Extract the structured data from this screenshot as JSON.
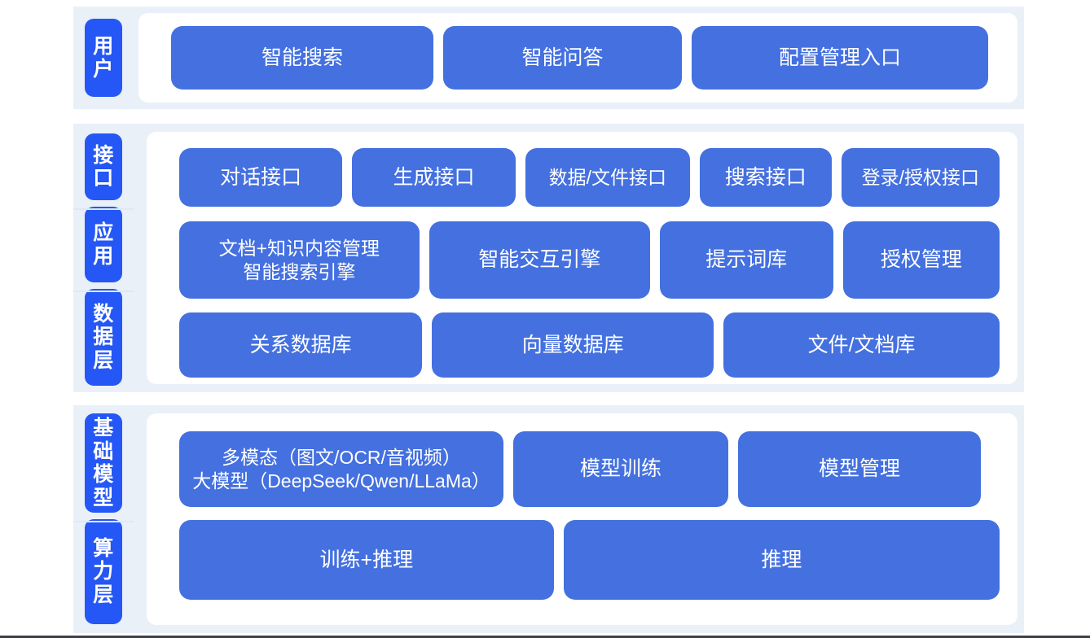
{
  "theme": {
    "page_background": "#ffffff",
    "band_background": "#eaf0f8",
    "panel_background": "#ffffff",
    "layer_chip_color": "#2457f5",
    "box_color": "#4470e0",
    "box_text_color": "#ffffff"
  },
  "sections": [
    {
      "id": "user-section",
      "layers": [
        {
          "id": "user",
          "label": "用户"
        }
      ],
      "rows": [
        {
          "id": "user-entry-row",
          "boxes": [
            {
              "id": "smart-search",
              "label": "智能搜索"
            },
            {
              "id": "smart-qa",
              "label": "智能问答"
            },
            {
              "id": "config-management-entry",
              "label": "配置管理入口"
            }
          ]
        }
      ]
    },
    {
      "id": "middle-section",
      "layers": [
        {
          "id": "interface",
          "label": "接口"
        },
        {
          "id": "application",
          "label": "应用"
        },
        {
          "id": "data",
          "label": "数据层"
        }
      ],
      "rows": [
        {
          "id": "interface-row",
          "boxes": [
            {
              "id": "dialog-interface",
              "label": "对话接口"
            },
            {
              "id": "generation-interface",
              "label": "生成接口"
            },
            {
              "id": "data-file-interface",
              "label": "数据/文件接口"
            },
            {
              "id": "search-interface",
              "label": "搜索接口"
            },
            {
              "id": "login-auth-interface",
              "label": "登录/授权接口"
            }
          ]
        },
        {
          "id": "application-row",
          "boxes": [
            {
              "id": "doc-knowledge-management",
              "label": "文档+知识内容管理\n智能搜索引擎"
            },
            {
              "id": "smart-interaction-engine",
              "label": "智能交互引擎"
            },
            {
              "id": "prompt-library",
              "label": "提示词库"
            },
            {
              "id": "authorization-management",
              "label": "授权管理"
            }
          ]
        },
        {
          "id": "data-row",
          "boxes": [
            {
              "id": "relational-database",
              "label": "关系数据库"
            },
            {
              "id": "vector-database",
              "label": "向量数据库"
            },
            {
              "id": "file-document-store",
              "label": "文件/文档库"
            }
          ]
        }
      ]
    },
    {
      "id": "foundation-section",
      "layers": [
        {
          "id": "foundation-model",
          "label": "基础模型"
        },
        {
          "id": "compute",
          "label": "算力层"
        }
      ],
      "rows": [
        {
          "id": "foundation-model-row",
          "boxes": [
            {
              "id": "multimodal-large-model",
              "label": "多模态（图文/OCR/音视频）\n大模型（DeepSeek/Qwen/LLaMa）"
            },
            {
              "id": "model-training",
              "label": "模型训练"
            },
            {
              "id": "model-management",
              "label": "模型管理"
            }
          ]
        },
        {
          "id": "compute-row",
          "boxes": [
            {
              "id": "train-and-inference",
              "label": "训练+推理"
            },
            {
              "id": "inference",
              "label": "推理"
            }
          ]
        }
      ]
    }
  ]
}
